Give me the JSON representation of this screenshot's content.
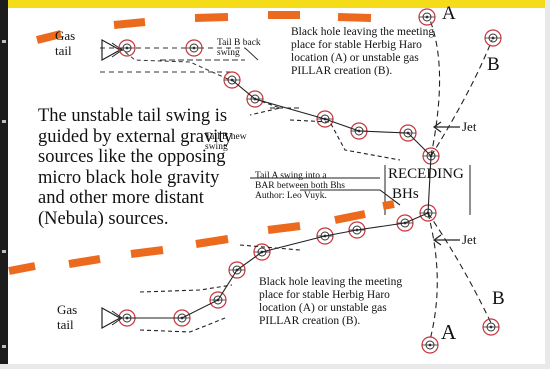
{
  "colors": {
    "accent_bar": "#f5dc18",
    "dash_orange": "#ec6a1e",
    "node_red": "#c8343b",
    "ink": "#222222"
  },
  "labels": {
    "gas_tail_top": "Gas\ntail",
    "gas_tail_bottom": "Gas\ntail",
    "tail_b_back_swing": "Tail B back\nswing",
    "tail_b_new_swing": "Tail B new\nswing",
    "black_hole_top": "Black hole leaving the meeting place for stable Herbig Haro location (A) or unstable gas PILLAR creation (B).",
    "black_hole_bottom": "Black hole leaving the meeting place for stable Herbig Haro location (A) or unstable gas PILLAR creation (B).",
    "unstable_tail": "The unstable tail swing is guided by external gravity sources like the opposing micro black hole gravity and other more distant (Nebula) sources.",
    "tail_a_swing": "Tail A swing into a\nBAR between both Bhs\nAuthor: Leo Vuyk.",
    "receding": "RECEDING",
    "bhs": "BHs",
    "jet_top": "Jet",
    "jet_bottom": "Jet",
    "a_top": "A",
    "b_top": "B",
    "b_bottom": "B",
    "a_bottom": "A"
  }
}
